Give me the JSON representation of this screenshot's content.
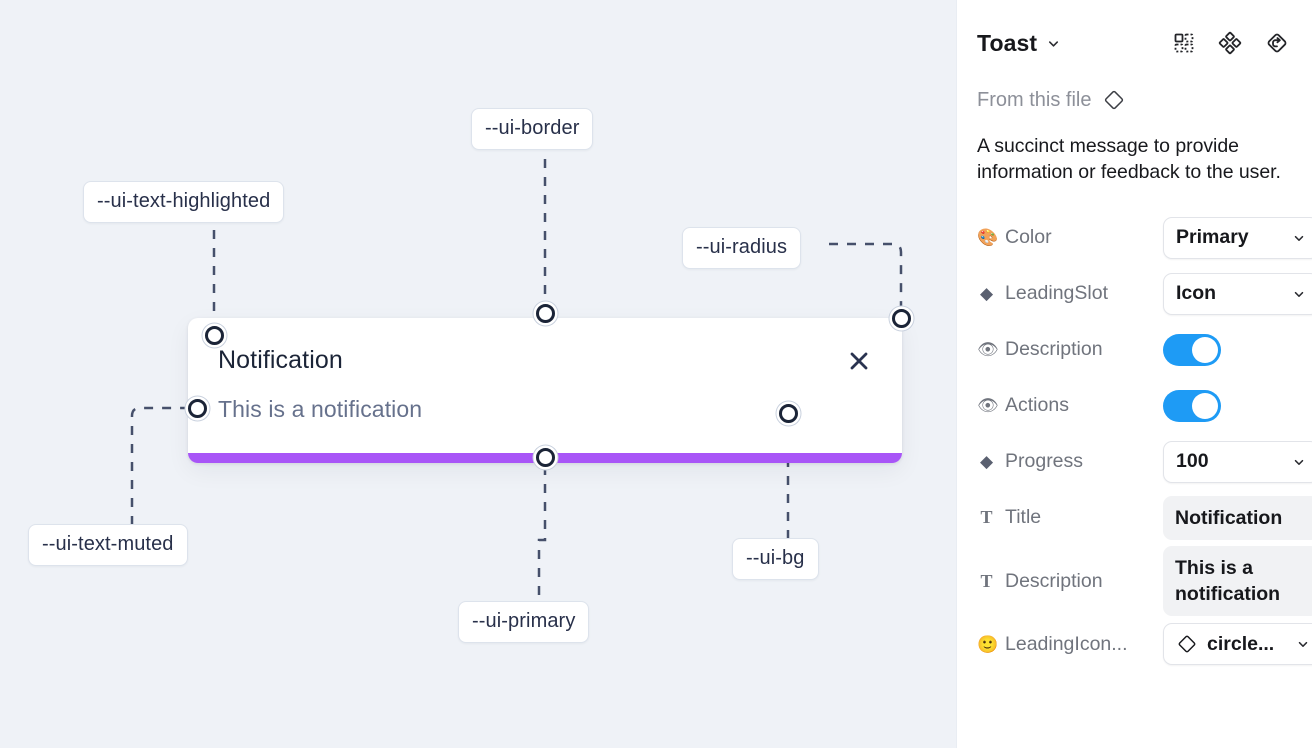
{
  "canvas": {
    "background_color": "#eff2f7",
    "tokens": [
      {
        "id": "text-highlighted",
        "label": "--ui-text-highlighted"
      },
      {
        "id": "border",
        "label": "--ui-border"
      },
      {
        "id": "radius",
        "label": "--ui-radius"
      },
      {
        "id": "text-muted",
        "label": "--ui-text-muted"
      },
      {
        "id": "primary",
        "label": "--ui-primary"
      },
      {
        "id": "bg",
        "label": "--ui-bg"
      }
    ],
    "toast": {
      "title": "Notification",
      "description": "This is a notification",
      "close_icon": "close-icon",
      "progress_color": "#a855f7",
      "surface_color": "#ffffff"
    }
  },
  "panel": {
    "title": "Toast",
    "title_caret_icon": "chevron-down-icon",
    "header_icons": [
      {
        "name": "component-set-icon"
      },
      {
        "name": "component-icon"
      },
      {
        "name": "reset-instance-icon"
      }
    ],
    "from_this_file": {
      "label": "From this file",
      "icon": "diamond-icon"
    },
    "description": "A succinct message to provide information or feedback to the user.",
    "properties": [
      {
        "name": "color",
        "icon": "palette-emoji",
        "icon_glyph": "🎨",
        "label": "Color",
        "control": "select",
        "value": "Primary"
      },
      {
        "name": "leading-slot",
        "icon": "diamond-filled",
        "icon_glyph": "◆",
        "label": "LeadingSlot",
        "control": "select",
        "value": "Icon"
      },
      {
        "name": "description",
        "icon": "eye-emoji",
        "icon_glyph": "👁",
        "label": "Description",
        "control": "toggle",
        "value": "on"
      },
      {
        "name": "actions",
        "icon": "eye-emoji",
        "icon_glyph": "👁",
        "label": "Actions",
        "control": "toggle",
        "value": "on"
      },
      {
        "name": "progress",
        "icon": "diamond-filled",
        "icon_glyph": "◆",
        "label": "Progress",
        "control": "select",
        "value": "100"
      },
      {
        "name": "title",
        "icon": "text-glyph",
        "icon_glyph": "T",
        "label": "Title",
        "control": "textbox",
        "value": "Notification"
      },
      {
        "name": "description-text",
        "icon": "text-glyph",
        "icon_glyph": "T",
        "label": "Description",
        "control": "textbox",
        "value": "This is a notification"
      },
      {
        "name": "leading-icon",
        "icon": "smiley-emoji",
        "icon_glyph": "🙂",
        "label": "LeadingIcon...",
        "control": "icon-select",
        "value": "circle..."
      }
    ],
    "toggle_on_color": "#1e9bf5"
  }
}
